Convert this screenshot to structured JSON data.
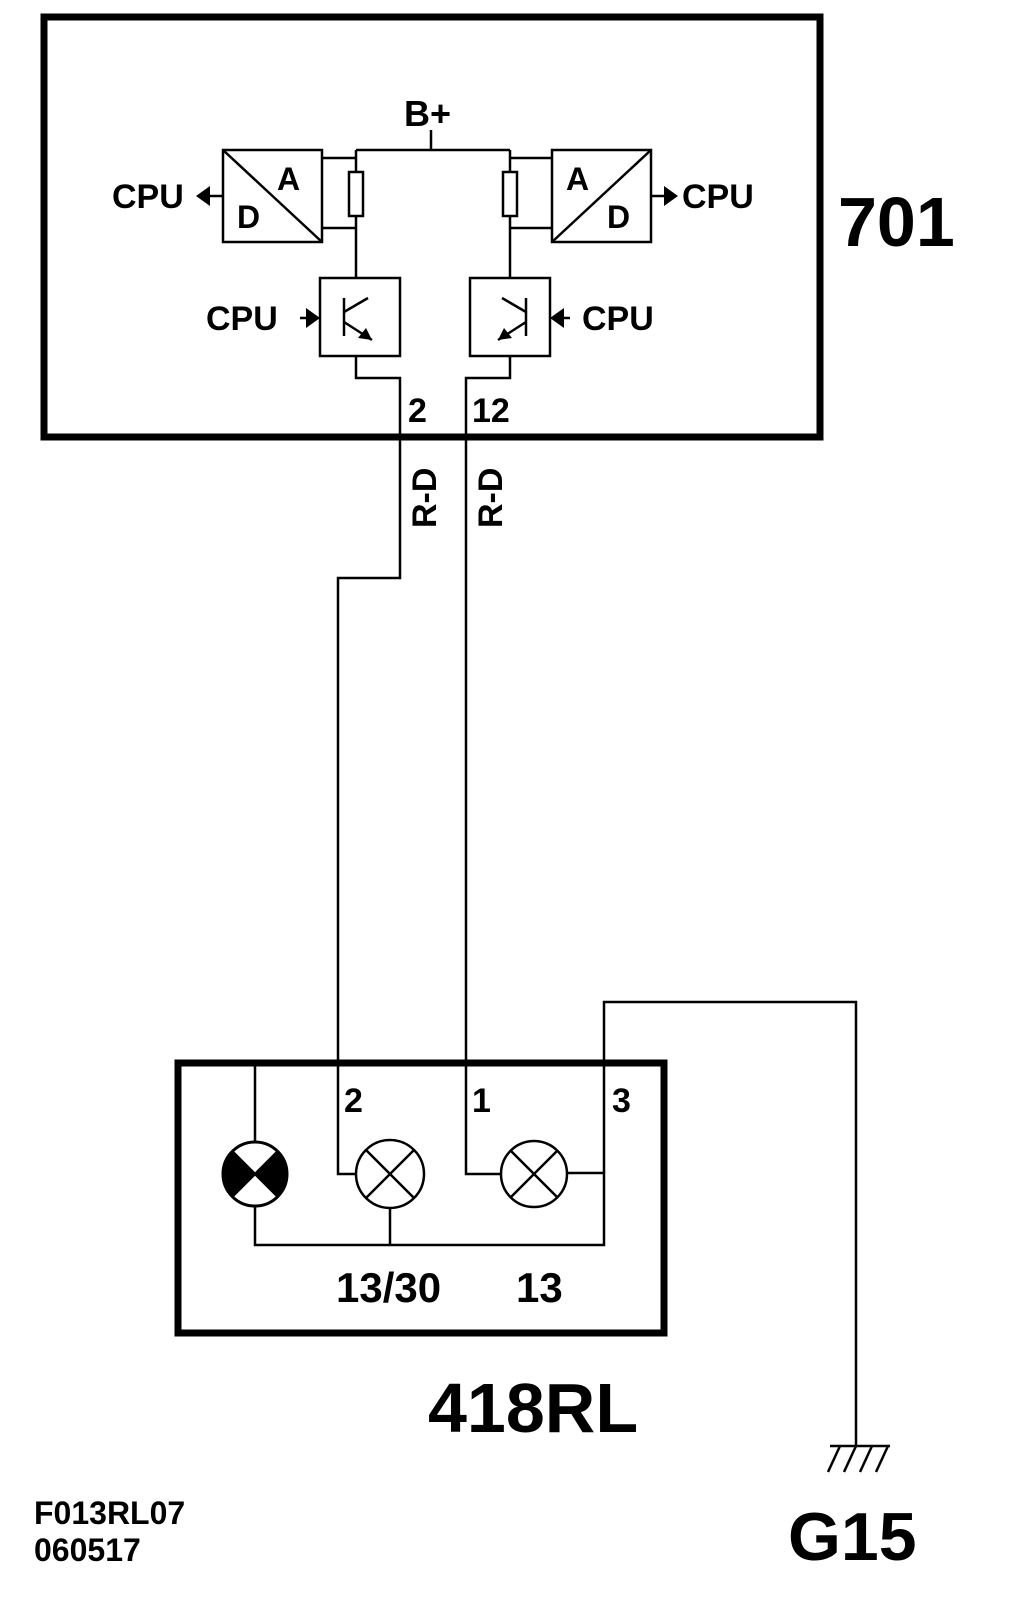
{
  "diagram": {
    "ecu": {
      "id": "701",
      "supply": "B+",
      "cpu_label": "CPU",
      "adc_a": "A",
      "adc_d": "D",
      "pin_left": "2",
      "pin_right": "12"
    },
    "wires": {
      "left_color": "R-D",
      "right_color": "R-D"
    },
    "lamp_unit": {
      "id": "418RL",
      "pin_a": "2",
      "pin_b": "1",
      "pin_c": "3",
      "circuit_left": "13/30",
      "circuit_right": "13"
    },
    "ground": {
      "id": "G15"
    },
    "footer": {
      "drawing_code": "F013RL07",
      "date_code": "060517"
    }
  }
}
